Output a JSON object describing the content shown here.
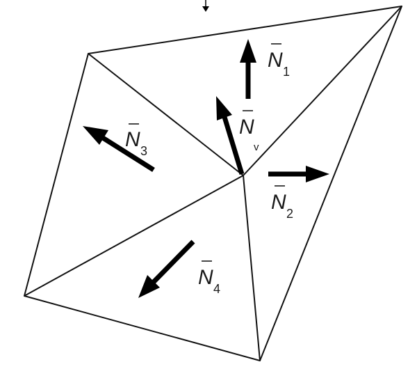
{
  "diagram": {
    "labels": {
      "n1": {
        "letter": "N",
        "subscript": "1"
      },
      "n2": {
        "letter": "N",
        "subscript": "2"
      },
      "n3": {
        "letter": "N",
        "subscript": "3"
      },
      "n4": {
        "letter": "N",
        "subscript": "4"
      },
      "nv": {
        "letter": "N",
        "subscript": "v"
      }
    },
    "colors": {
      "stroke": "#111111",
      "arrow": "#000000",
      "background": "#ffffff"
    }
  }
}
